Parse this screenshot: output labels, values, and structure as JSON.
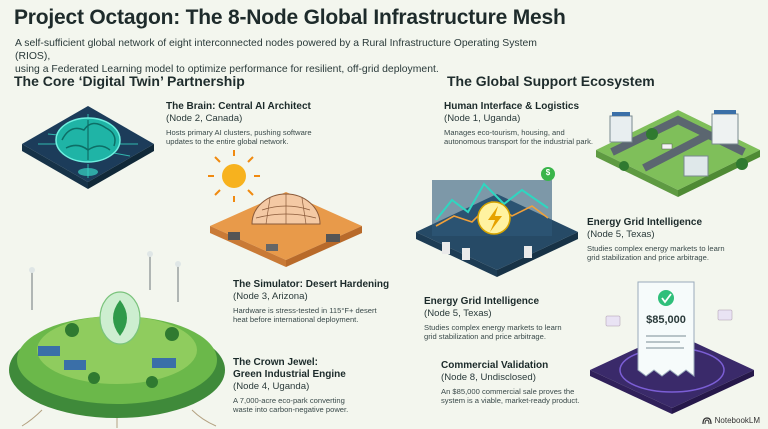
{
  "header": {
    "title": "Project Octagon: The 8-Node Global Infrastructure Mesh",
    "subtitle_line1": "A self-sufficient global network of eight interconnected nodes powered by a Rural Infrastructure Operating System (RIOS),",
    "subtitle_line2": "using a Federated Learning model to optimize performance for resilient, off-grid deployment."
  },
  "sections": {
    "left": "The Core ‘Digital Twin’ Partnership",
    "right": "The Global Support Ecosystem"
  },
  "nodes": {
    "brain": {
      "title": "The Brain: Central AI Architect",
      "sub": "(Node 2, Canada)",
      "desc1": "Hosts primary AI clusters, pushing software",
      "desc2": "updates to the entire global network."
    },
    "simulator": {
      "title": "The Simulator: Desert Hardening",
      "sub": "(Node 3, Arizona)",
      "desc1": "Hardware is stress-tested in 115°F+ desert",
      "desc2": "heat before international deployment."
    },
    "crown": {
      "title1": "The Crown Jewel:",
      "title2": "Green Industrial Engine",
      "sub": "(Node 4, Uganda)",
      "desc1": "A 7,000-acre eco-park converting",
      "desc2": "waste into carbon-negative power."
    },
    "human": {
      "title": "Human Interface & Logistics",
      "sub": "(Node 1, Uganda)",
      "desc1": "Manages eco-tourism, housing, and",
      "desc2": "autonomous transport for the industrial park."
    },
    "energy_right": {
      "title": "Energy Grid Intelligence",
      "sub": "(Node 5, Texas)",
      "desc1": "Studies complex energy markets to learn",
      "desc2": "grid stabilization and price arbitrage."
    },
    "energy_center": {
      "title": "Energy Grid Intelligence",
      "sub": "(Node 5, Texas)",
      "desc1": "Studies complex energy markets to learn",
      "desc2": "grid stabilization and price arbitrage."
    },
    "commercial": {
      "title": "Commercial Validation",
      "sub": "(Node 8, Undisclosed)",
      "desc1": "An $85,000 commercial sale proves the",
      "desc2": "system is a viable, market-ready product."
    }
  },
  "illustrations": {
    "receipt_amount": "$85,000",
    "coin_symbol": "$"
  },
  "brand": {
    "name": "NotebookLM"
  },
  "colors": {
    "accent_teal": "#1aa8a0",
    "accent_green": "#5aa83a",
    "accent_orange": "#e39a3a",
    "accent_purple": "#6a4bb8"
  }
}
